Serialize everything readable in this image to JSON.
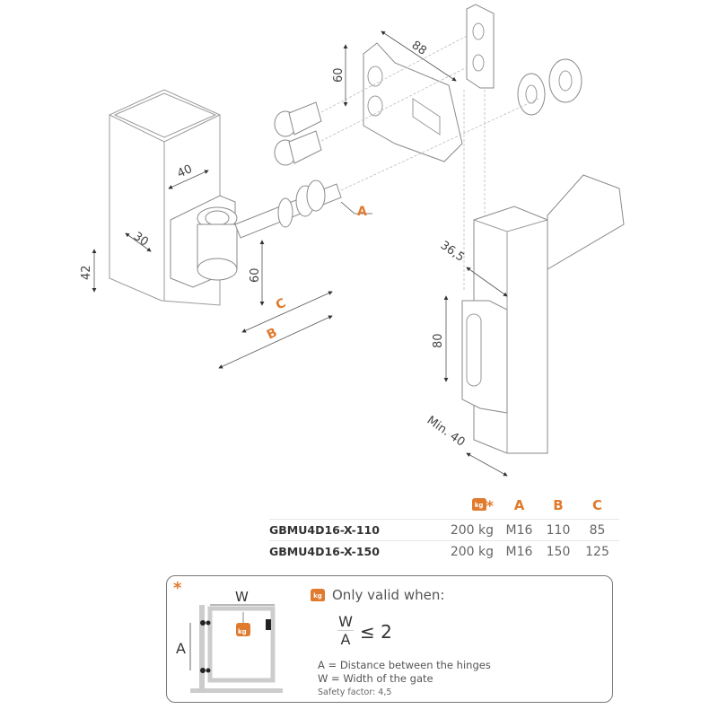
{
  "drawing": {
    "title": "Gate hinge assembly exploded view",
    "dimensions": {
      "post_width": "40",
      "post_depth": "30",
      "post_height": "42",
      "bracket_height": "60",
      "plate_height": "60",
      "plate_length": "88",
      "gate_offset": "36,5",
      "slot_length": "80",
      "min_distance": "Min. 40"
    },
    "letters": {
      "a": "A",
      "b": "B",
      "c": "C"
    },
    "accent_color": "#e07a2e"
  },
  "spec_table": {
    "headers": {
      "load_icon": "kg",
      "load_star": "*",
      "a": "A",
      "b": "B",
      "c": "C"
    },
    "rows": [
      {
        "model": "GBMU4D16-X-110",
        "load": "200 kg",
        "a": "M16",
        "b": "110",
        "c": "85"
      },
      {
        "model": "GBMU4D16-X-150",
        "load": "200 kg",
        "a": "M16",
        "b": "150",
        "c": "125"
      }
    ]
  },
  "info_box": {
    "star": "*",
    "diagram_w": "W",
    "diagram_a": "A",
    "kg_icon": "kg",
    "title": "Only valid when:",
    "fraction_num": "W",
    "fraction_den": "A",
    "inequality": "≤ 2",
    "def_a": "A  = Distance between the hinges",
    "def_w": "W = Width of the gate",
    "safety": "Safety factor: 4,5"
  }
}
